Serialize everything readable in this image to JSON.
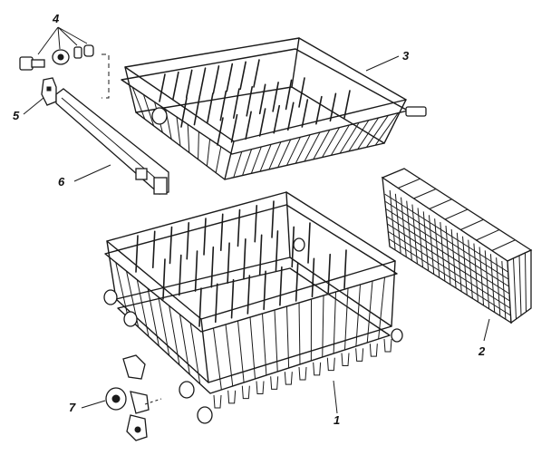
{
  "callouts": {
    "c1": "1",
    "c2": "2",
    "c3": "3",
    "c4": "4",
    "c5": "5",
    "c6": "6",
    "c7": "7"
  },
  "icons": {
    "upper_rack": "upper-rack-icon",
    "lower_rack": "lower-rack-icon",
    "silverware_basket": "silverware-basket-icon",
    "rack_track": "track-rail-icon",
    "roller_assembly": "roller-icon",
    "end_cap": "end-cap-icon",
    "wheel_assembly": "wheel-icon"
  }
}
